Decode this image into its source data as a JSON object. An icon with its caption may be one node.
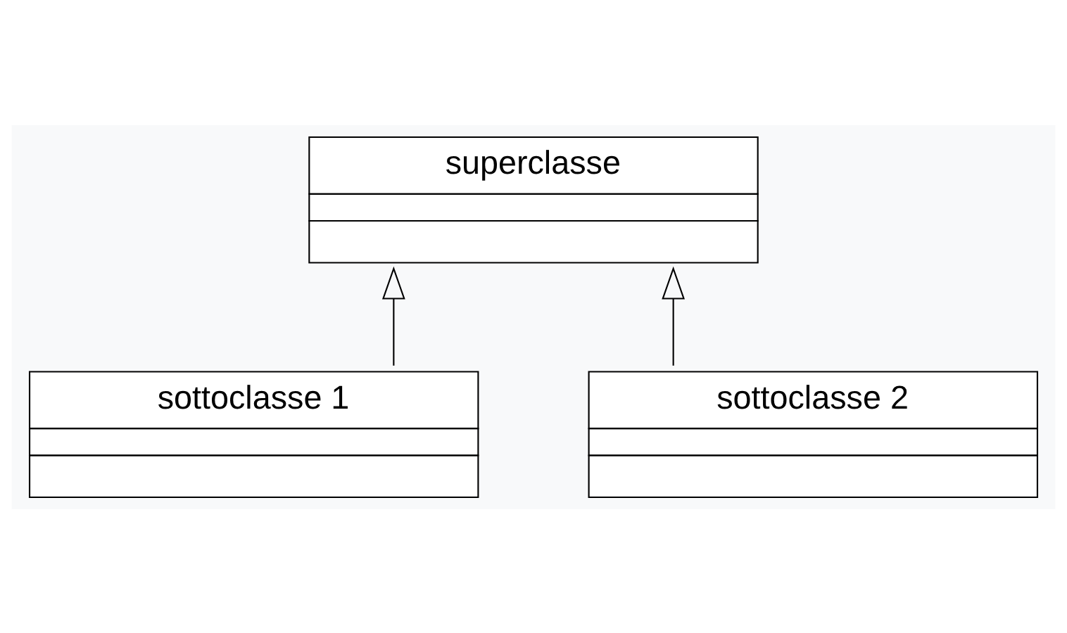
{
  "diagram": {
    "nodes": [
      {
        "text": [
          "superclasse"
        ]
      },
      {
        "text": [
          "sottoclasse 1"
        ]
      },
      {
        "text": [
          "sottoclasse 2"
        ]
      }
    ],
    "edges": [
      {
        "from": 1,
        "to": 0,
        "arrow": "to"
      },
      {
        "from": 2,
        "to": 0,
        "arrow": "to"
      }
    ]
  }
}
